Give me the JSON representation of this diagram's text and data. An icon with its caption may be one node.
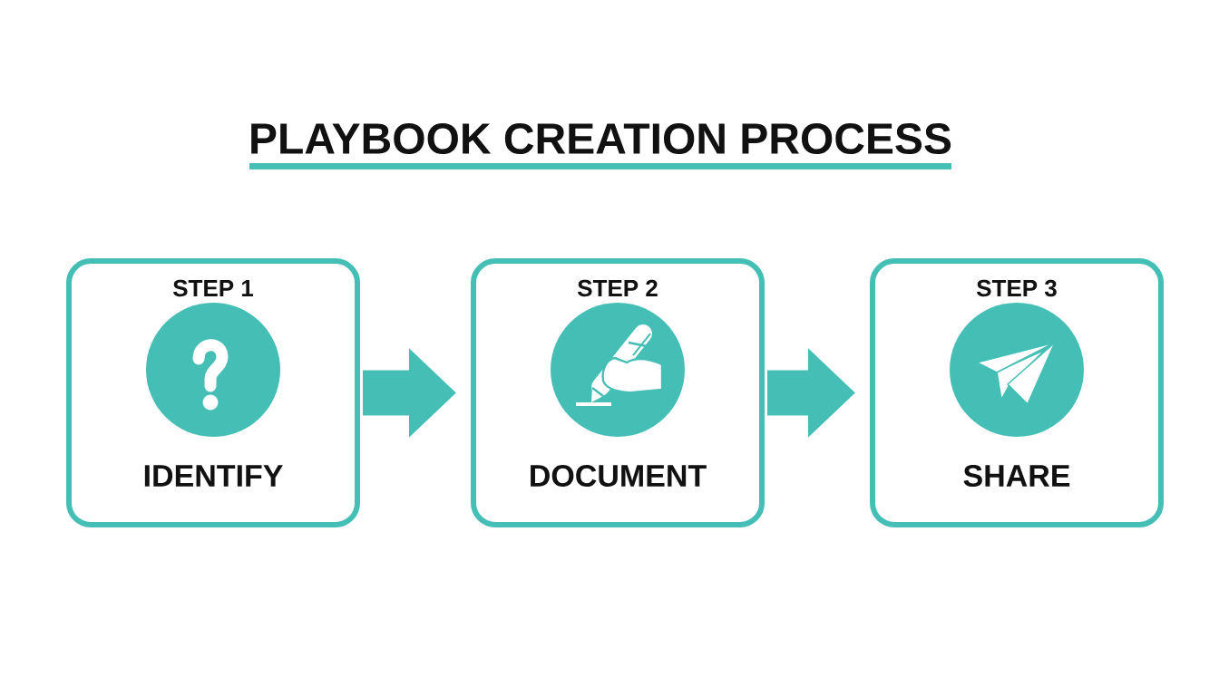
{
  "diagram": {
    "title": "PLAYBOOK CREATION PROCESS",
    "nodes": [
      {
        "text": [
          "STEP 1",
          "IDENTIFY"
        ]
      },
      {
        "text": [
          "STEP 2",
          "DOCUMENT"
        ]
      },
      {
        "text": [
          "STEP 3",
          "SHARE"
        ]
      }
    ],
    "edges": [
      {
        "from": 0,
        "to": 1,
        "arrow": "to"
      },
      {
        "from": 1,
        "to": 2,
        "arrow": "to"
      }
    ]
  }
}
